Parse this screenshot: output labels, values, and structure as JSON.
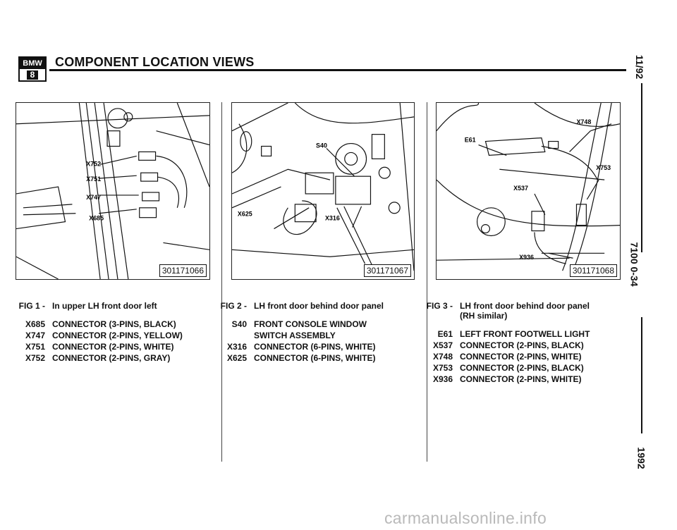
{
  "header": {
    "logo_top": "BMW",
    "logo_bottom": "8",
    "title": "COMPONENT LOCATION VIEWS"
  },
  "margin": {
    "date": "11/92",
    "page": "7100 0-34",
    "year": "1992"
  },
  "figures": [
    {
      "number": "301171066",
      "caption_label": "FIG 1 -",
      "caption_text": "In upper LH front door left",
      "callouts": [
        "X752",
        "X751",
        "X747",
        "X685"
      ],
      "legend": [
        {
          "code": "X685",
          "desc": "CONNECTOR (3-PINS, BLACK)"
        },
        {
          "code": "X747",
          "desc": "CONNECTOR (2-PINS, YELLOW)"
        },
        {
          "code": "X751",
          "desc": "CONNECTOR (2-PINS, WHITE)"
        },
        {
          "code": "X752",
          "desc": "CONNECTOR (2-PINS, GRAY)"
        }
      ]
    },
    {
      "number": "301171067",
      "caption_label": "FIG 2 -",
      "caption_text": "LH front door behind door panel",
      "callouts": [
        "S40",
        "X625",
        "X316"
      ],
      "legend": [
        {
          "code": "S40",
          "desc": "FRONT CONSOLE WINDOW\nSWITCH ASSEMBLY"
        },
        {
          "code": "X316",
          "desc": "CONNECTOR (6-PINS, WHITE)"
        },
        {
          "code": "X625",
          "desc": "CONNECTOR (6-PINS, WHITE)"
        }
      ]
    },
    {
      "number": "301171068",
      "caption_label": "FIG 3 -",
      "caption_text": "LH front door behind door panel",
      "caption_text2": "(RH similar)",
      "callouts": [
        "X748",
        "E61",
        "X753",
        "X537",
        "X936"
      ],
      "legend": [
        {
          "code": "E61",
          "desc": "LEFT FRONT FOOTWELL LIGHT"
        },
        {
          "code": "X537",
          "desc": "CONNECTOR (2-PINS, BLACK)"
        },
        {
          "code": "X748",
          "desc": "CONNECTOR (2-PINS, WHITE)"
        },
        {
          "code": "X753",
          "desc": "CONNECTOR (2-PINS, BLACK)"
        },
        {
          "code": "X936",
          "desc": "CONNECTOR (2-PINS, WHITE)"
        }
      ]
    }
  ],
  "watermark": "carmanualsonline.info"
}
